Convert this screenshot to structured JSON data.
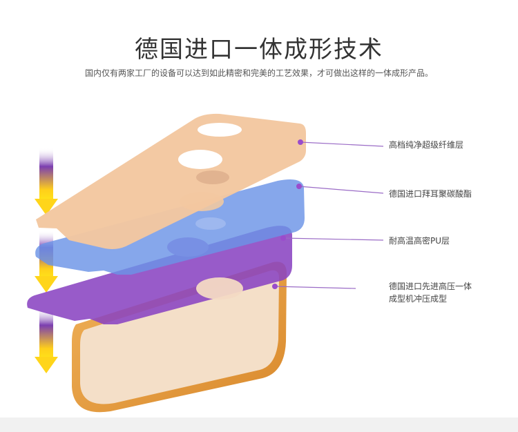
{
  "title": "德国进口一体成形技术",
  "subtitle": "国内仅有两家工厂的设备可以达到如此精密和完美的工艺效果，才可做出这样的一体成形产品。",
  "layers": [
    {
      "label": "高档纯净超级纤维层",
      "color": "#f2c9a0"
    },
    {
      "label": "德国进口拜耳聚碳酸酯",
      "color": "#7aa6e6"
    },
    {
      "label": "耐高温高密PU层",
      "color": "#8f4fc4"
    },
    {
      "label": "德国进口先进高压一体",
      "label_line2": "成型机冲压成型",
      "color": "#e8a24a"
    }
  ],
  "arrows": {
    "gradient_top": "#7b3fb0",
    "gradient_bottom": "#ffe21a",
    "count": 3
  }
}
